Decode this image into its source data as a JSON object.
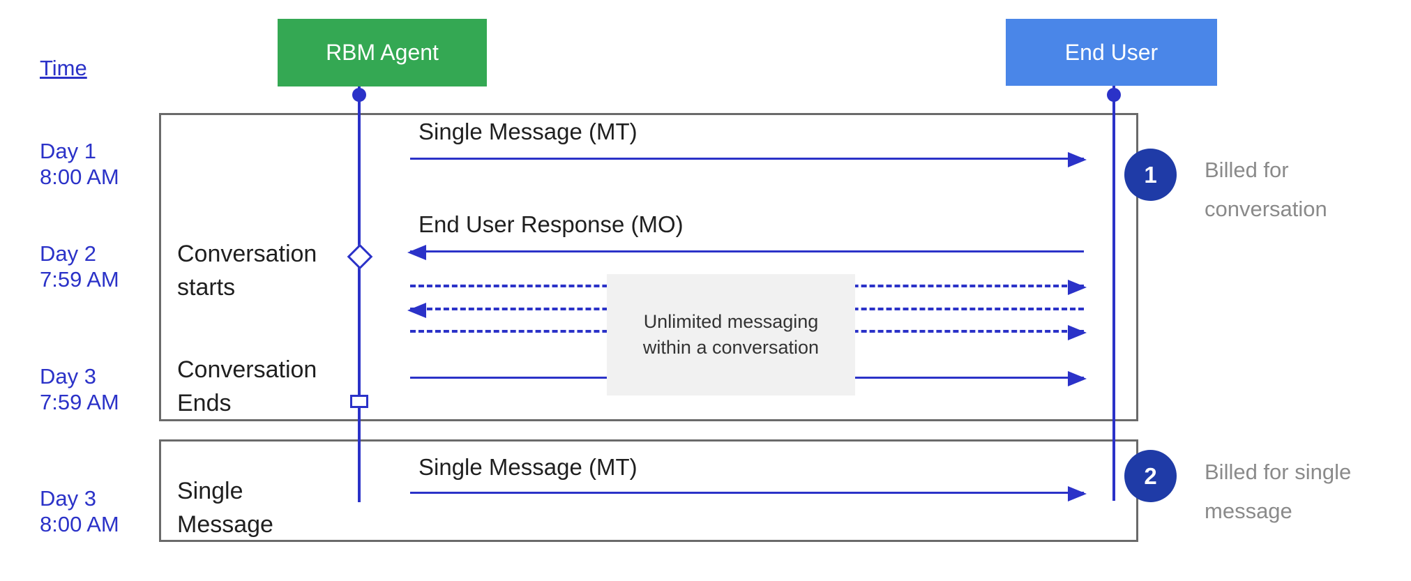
{
  "header": {
    "agent_label": "RBM Agent",
    "user_label": "End User"
  },
  "time_axis": {
    "title": "Time",
    "entries": [
      {
        "day": "Day 1",
        "time": "8:00 AM"
      },
      {
        "day": "Day 2",
        "time": "7:59 AM"
      },
      {
        "day": "Day 3",
        "time": "7:59 AM"
      },
      {
        "day": "Day 3",
        "time": "8:00 AM"
      }
    ]
  },
  "conversation": {
    "start_line1": "Conversation",
    "start_line2": "starts",
    "end_line1": "Conversation",
    "end_line2": "Ends",
    "mt_label": "Single Message (MT)",
    "mo_label": "End User Response (MO)",
    "note_line1": "Unlimited messaging",
    "note_line2": "within a conversation"
  },
  "single_message": {
    "label_line1": "Single",
    "label_line2": "Message",
    "mt_label": "Single Message (MT)"
  },
  "annotations": [
    {
      "number": "1",
      "line1": "Billed for",
      "line2": "conversation"
    },
    {
      "number": "2",
      "line1": "Billed for single",
      "line2": "message"
    }
  ],
  "colors": {
    "agent_green": "#34a853",
    "user_blue": "#4a86e8",
    "line_blue": "#2b32c8",
    "badge_blue": "#1f3ba7",
    "muted_gray": "#8a8a8a",
    "border_gray": "#6a6a6a",
    "note_bg": "#f1f1f1"
  }
}
